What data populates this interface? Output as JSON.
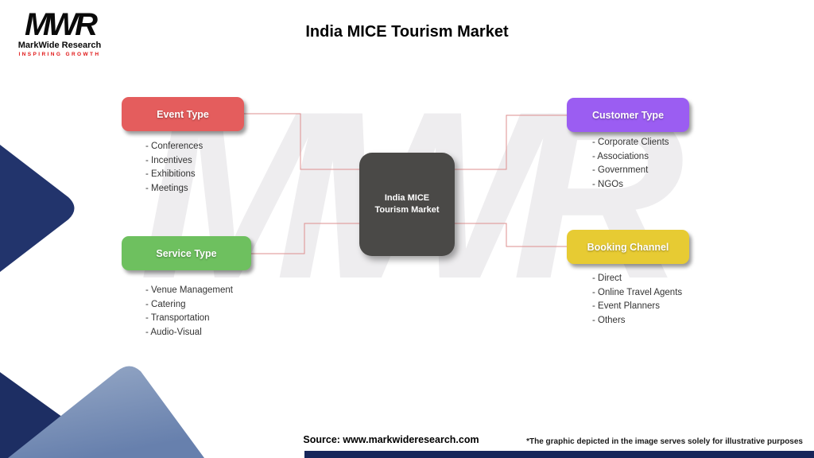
{
  "title": "India MICE Tourism Market",
  "logo": {
    "monogram": "MWR",
    "company": "MarkWide Research",
    "tagline": "Inspiring Growth"
  },
  "watermark": "MWR",
  "center_node": {
    "label": "India MICE Tourism Market",
    "color": "#4a4947"
  },
  "nodes": [
    {
      "id": "event-type",
      "label": "Event Type",
      "color": "#e45d5d",
      "items": [
        "- Conferences",
        "- Incentives",
        "- Exhibitions",
        "- Meetings"
      ]
    },
    {
      "id": "customer-type",
      "label": "Customer Type",
      "color": "#9b5df2",
      "items": [
        "- Corporate Clients",
        "- Associations",
        "- Government",
        "- NGOs"
      ]
    },
    {
      "id": "service-type",
      "label": "Service Type",
      "color": "#6ec05f",
      "items": [
        "- Venue Management",
        "- Catering",
        "- Transportation",
        "- Audio-Visual"
      ]
    },
    {
      "id": "booking-channel",
      "label": "Booking Channel",
      "color": "#e7cb33",
      "items": [
        "- Direct",
        "- Online Travel Agents",
        "- Event Planners",
        "- Others"
      ]
    }
  ],
  "connector_color": "#dd8f8f",
  "decor_colors": {
    "navy": "#1d2e63",
    "steel_blue_top": "#98aac7",
    "steel_blue_bottom": "#6780ad"
  },
  "footer": {
    "source": "Source: www.markwideresearch.com",
    "disclaimer": "*The graphic depicted in the image serves solely for illustrative purposes"
  }
}
